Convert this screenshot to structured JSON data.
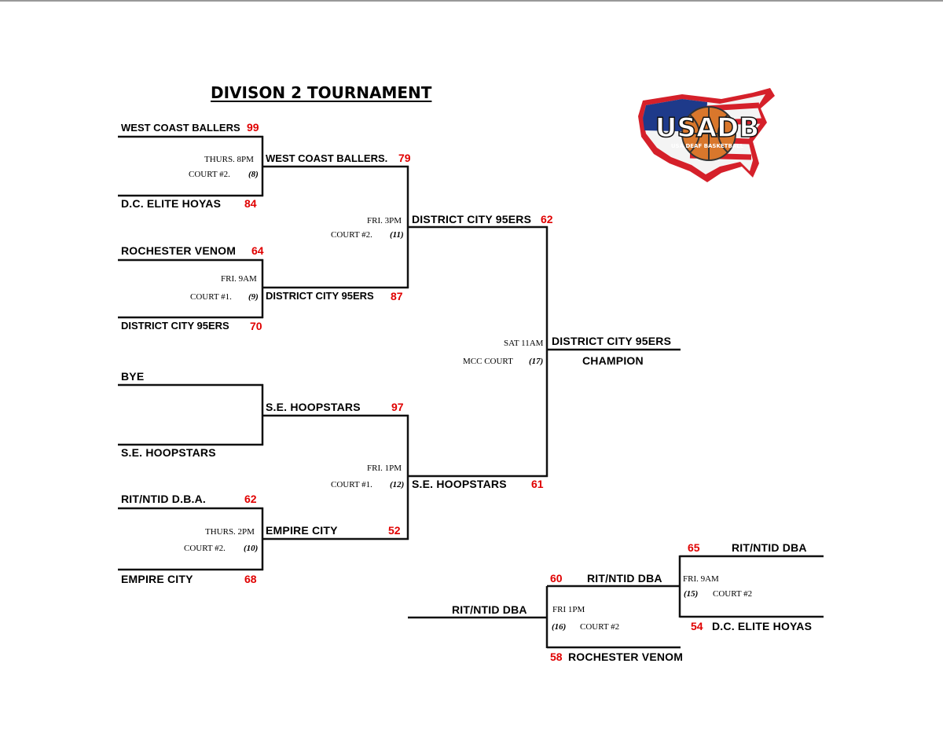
{
  "title": "DIVISON 2 TOURNAMENT",
  "logo": {
    "text": "USADB",
    "subtext": "USA DEAF BASKETBALL",
    "colors": {
      "red": "#d5202a",
      "blue": "#1e3a8a",
      "ball": "#d9772c"
    }
  },
  "round1": {
    "g8": {
      "team_a": "WEST COAST BALLERS",
      "score_a": "99",
      "team_b": "D.C. ELITE HOYAS",
      "score_b": "84",
      "time": "THURS. 8PM",
      "court": "COURT #2.",
      "game_no": "(8)"
    },
    "g9": {
      "team_a": "ROCHESTER VENOM",
      "score_a": "64",
      "team_b": "DISTRICT CITY 95ERS",
      "score_b": "70",
      "time": "FRI. 9AM",
      "court": "COURT #1.",
      "game_no": "(9)"
    },
    "bye": {
      "team_a": "BYE",
      "team_b": "S.E. HOOPSTARS"
    },
    "g10": {
      "team_a": "RIT/NTID D.B.A.",
      "score_a": "62",
      "team_b": "EMPIRE CITY",
      "score_b": "68",
      "time": "THURS. 2PM",
      "court": "COURT #2.",
      "game_no": "(10)"
    }
  },
  "round2": {
    "w8": {
      "team": "WEST COAST BALLERS.",
      "score": "79"
    },
    "w9": {
      "team": "DISTRICT CITY 95ERS",
      "score": "87"
    },
    "wbye": {
      "team": "S.E. HOOPSTARS",
      "score": "97"
    },
    "w10": {
      "team": "EMPIRE CITY",
      "score": "52"
    },
    "g11": {
      "time": "FRI. 3PM",
      "court": "COURT #2.",
      "game_no": "(11)"
    },
    "g12": {
      "time": "FRI. 1PM",
      "court": "COURT #1.",
      "game_no": "(12)"
    }
  },
  "round3": {
    "w11": {
      "team": "DISTRICT CITY 95ERS",
      "score": "62"
    },
    "w12": {
      "team": "S.E. HOOPSTARS",
      "score": "61"
    },
    "g17": {
      "time": "SAT 11AM",
      "court": "MCC COURT",
      "game_no": "(17)"
    }
  },
  "champion": {
    "team": "DISTRICT CITY 95ERS",
    "label": "CHAMPION"
  },
  "consolation": {
    "g15": {
      "team_a": "RIT/NTID DBA",
      "score_a": "65",
      "team_b": "D.C. ELITE HOYAS",
      "score_b": "54",
      "time": "FRI. 9AM",
      "court": "COURT #2",
      "game_no": "(15)"
    },
    "g16": {
      "team_a": "RIT/NTID DBA",
      "score_a": "60",
      "team_b": "ROCHESTER VENOM",
      "score_b": "58",
      "bye_team": "RIT/NTID DBA",
      "time": "FRI 1PM",
      "court": "COURT #2",
      "game_no": "(16)"
    }
  }
}
